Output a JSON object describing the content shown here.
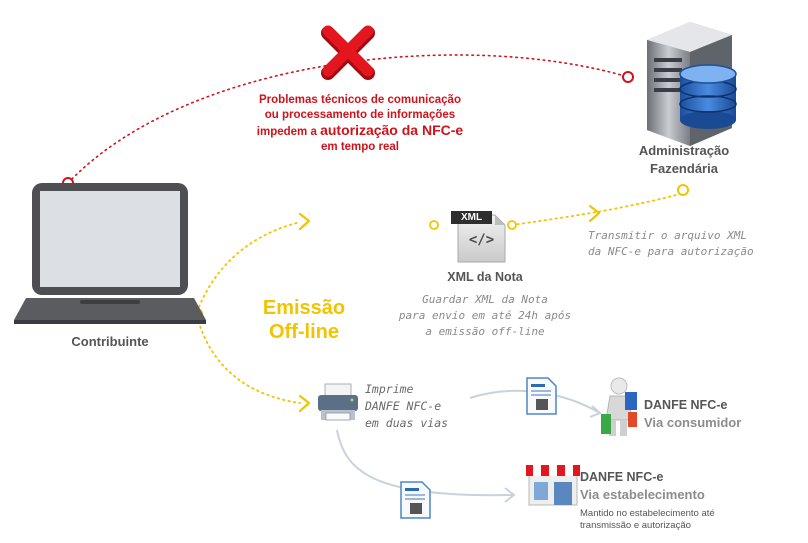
{
  "problem": {
    "lines": [
      "Problemas técnicos de comunicação",
      "ou processamento de informações",
      "impedem a "
    ],
    "highlight": "autorização da NFC-e",
    "last_line": "em tempo real"
  },
  "fazenda": {
    "line1": "Administração",
    "line2": "Fazendária"
  },
  "contribuinte": "Contribuinte",
  "offline": {
    "line1": "Emissão",
    "line2": "Off-line"
  },
  "xml": {
    "badge": "XML",
    "glyph": "</>",
    "title": "XML da Nota",
    "description": [
      "Guardar XML da Nota",
      "para envio em até 24h após",
      "a emissão off-line"
    ]
  },
  "transmit": [
    "Transmitir o arquivo XML",
    "da NFC-e para autorização"
  ],
  "print": [
    "Imprime",
    "DANFE NFC-e",
    "em duas vias"
  ],
  "consumer": {
    "title": "DANFE NFC-e",
    "subtitle": "Via consumidor"
  },
  "store": {
    "title": "DANFE NFC-e",
    "subtitle": "Via estabelecimento",
    "note": [
      "Mantido no estabelecimento até",
      "transmissão e autorização"
    ]
  },
  "colors": {
    "accent_red": "#d0121b",
    "accent_yellow": "#f2c400",
    "text_gray": "#555555",
    "light_gray": "#8c8c8c",
    "doc_blue": "#2b6cb0"
  },
  "icons": [
    "x-mark-icon",
    "server-icon",
    "database-icon",
    "laptop-icon",
    "xml-file-icon",
    "printer-icon",
    "document-icon",
    "person-shopping-icon",
    "storefront-icon"
  ]
}
